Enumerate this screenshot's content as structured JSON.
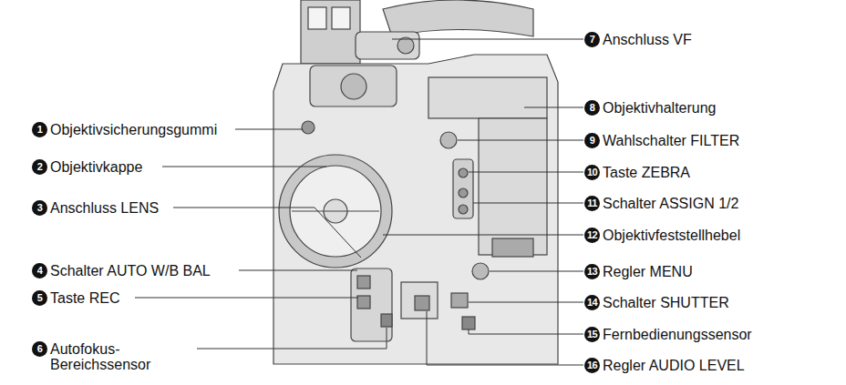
{
  "diagram": {
    "labels": [
      "1",
      "Objektivsicherungsgummi",
      "2",
      "Objektivkappe",
      "3",
      "Anschluss LENS",
      "4",
      "Schalter AUTO W/B BAL",
      "5",
      "Taste REC",
      "6",
      "Autofokus- Bereichssensor",
      "7",
      "Anschluss VF",
      "8",
      "Objektivhalterung",
      "9",
      "Wahlschalter FILTER",
      "10",
      "Taste ZEBRA",
      "11",
      "Schalter ASSIGN 1/2",
      "12",
      "Objektivfeststellhebel",
      "13",
      "Regler MENU",
      "14",
      "Schalter SHUTTER",
      "15",
      "Fernbedienungssensor",
      "16",
      "Regler AUDIO LEVEL"
    ]
  }
}
